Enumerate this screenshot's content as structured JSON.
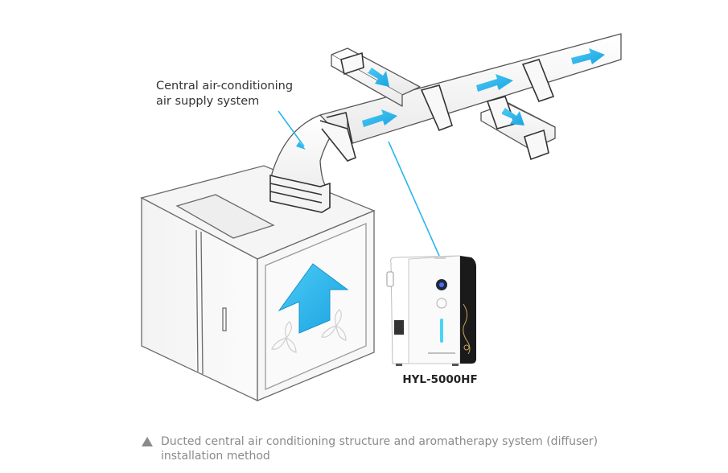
{
  "labels": {
    "system_label": "Central air-conditioning\nair supply system",
    "model": "HYL-5000HF",
    "caption": "Ducted central air conditioning structure and aromatherapy system (diffuser) installation method"
  },
  "colors": {
    "accent_blue": "#2bb6ee",
    "outline": "#555555",
    "caption_gray": "#8a8a8a",
    "diffuser_dark": "#1a1a1a"
  },
  "icons": {
    "caption_marker": "triangle-up-icon",
    "airflow": "arrow-icon"
  }
}
